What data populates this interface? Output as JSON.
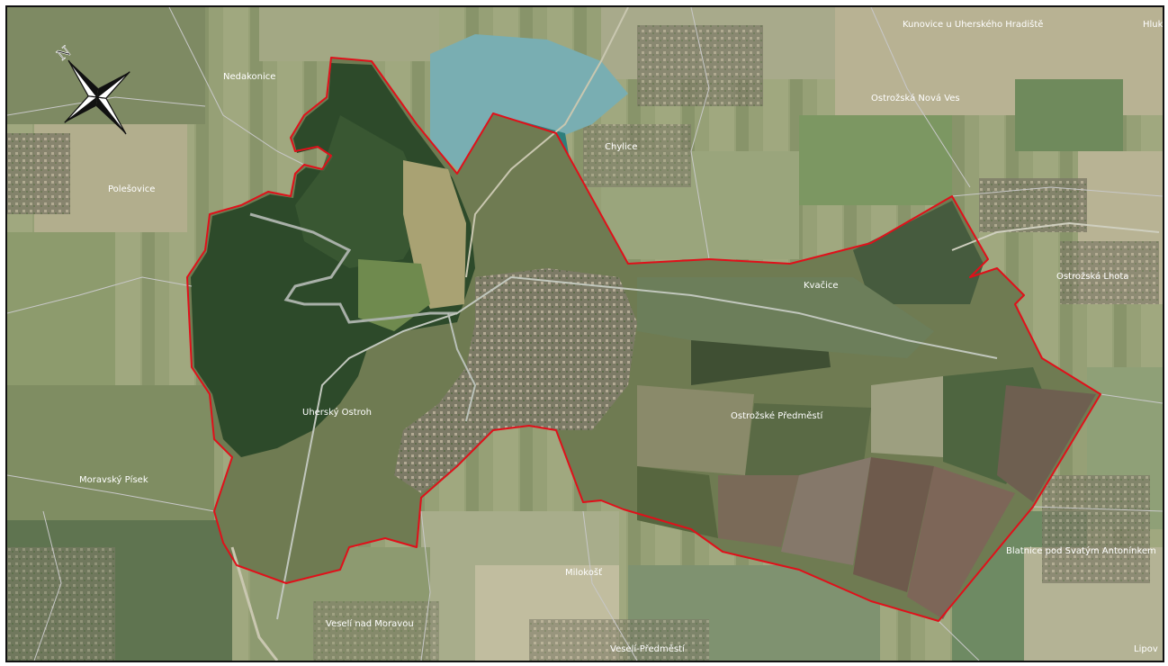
{
  "map": {
    "places": [
      {
        "name": "Kunovice u Uherského Hradiště"
      },
      {
        "name": "Hluk"
      },
      {
        "name": "Nedakonice"
      },
      {
        "name": "Ostrožská Nová Ves"
      },
      {
        "name": "Chylice"
      },
      {
        "name": "Polešovice"
      },
      {
        "name": "Kvačice"
      },
      {
        "name": "Ostrožská Lhota"
      },
      {
        "name": "Uherský Ostroh"
      },
      {
        "name": "Ostrožské Předměstí"
      },
      {
        "name": "Moravský Písek"
      },
      {
        "name": "Blatnice pod Svatým Antonínkem"
      },
      {
        "name": "Milokošť"
      },
      {
        "name": "Veselí nad Moravou"
      },
      {
        "name": "Veselí-Předměstí"
      },
      {
        "name": "Lipov"
      }
    ],
    "compass_letter": "N",
    "colors": {
      "boundary": "#e0101a",
      "cadastral_lines": "#c8c8c8",
      "lake_light": "#79aeb2",
      "lake_dark": "#2f7f7c",
      "forest": "#2d4a2a"
    },
    "icons": [
      "north-arrow-icon"
    ]
  }
}
